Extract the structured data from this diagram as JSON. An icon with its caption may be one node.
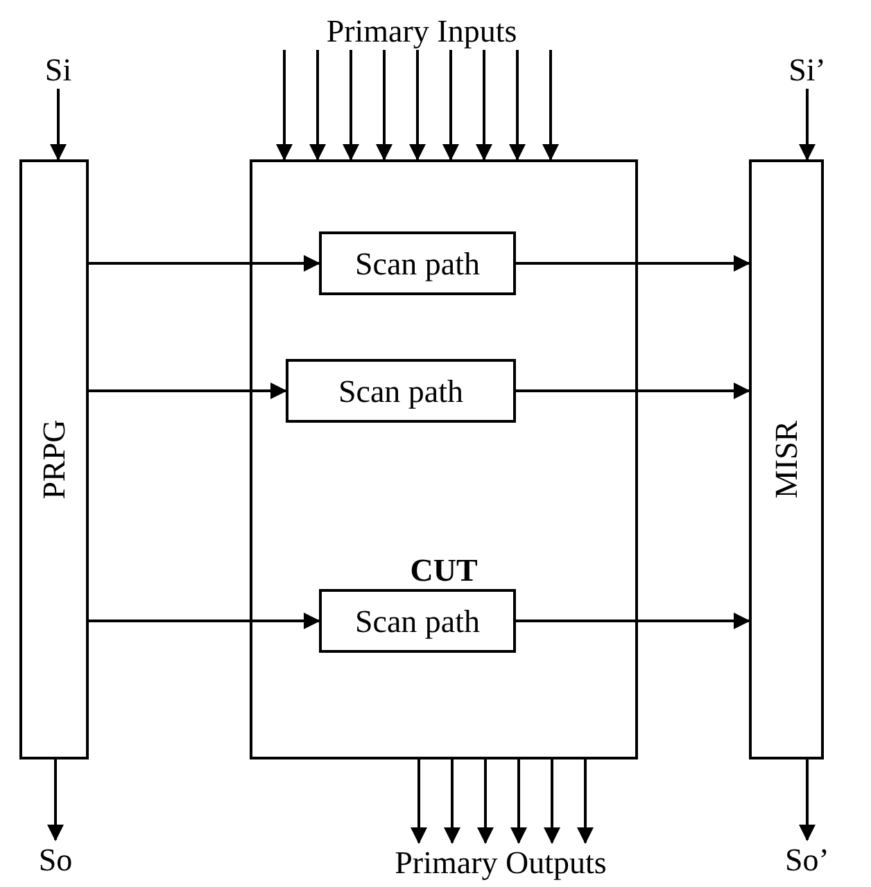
{
  "diagram": {
    "nodes": [
      {
        "text": [
          "Si"
        ]
      },
      {
        "text": [
          "Primary Inputs"
        ]
      },
      {
        "text": [
          "Si’"
        ]
      },
      {
        "text": [
          "PRPG"
        ]
      },
      {
        "text": [
          "CUT"
        ]
      },
      {
        "text": [
          "Scan path"
        ],
        "in": 4
      },
      {
        "text": [
          "Scan path"
        ],
        "in": 4
      },
      {
        "text": [
          "Scan path"
        ],
        "in": 4
      },
      {
        "text": [
          "MISR"
        ]
      },
      {
        "text": [
          "So"
        ]
      },
      {
        "text": [
          "Primary Outputs"
        ]
      },
      {
        "text": [
          "So’"
        ]
      }
    ],
    "edges": [
      {
        "from": 0,
        "to": 3,
        "arrow": "to"
      },
      {
        "from": 3,
        "to": 9,
        "arrow": "to"
      },
      {
        "from": 2,
        "to": 8,
        "arrow": "to"
      },
      {
        "from": 8,
        "to": 11,
        "arrow": "to"
      },
      {
        "from": 3,
        "to": 5,
        "arrow": "to"
      },
      {
        "from": 3,
        "to": 6,
        "arrow": "to"
      },
      {
        "from": 3,
        "to": 7,
        "arrow": "to"
      },
      {
        "from": 5,
        "to": 8,
        "arrow": "to"
      },
      {
        "from": 6,
        "to": 8,
        "arrow": "to"
      },
      {
        "from": 7,
        "to": 8,
        "arrow": "to"
      },
      {
        "from": 1,
        "to": 4,
        "arrow": "to"
      },
      {
        "from": 1,
        "to": 4,
        "arrow": "to"
      },
      {
        "from": 1,
        "to": 4,
        "arrow": "to"
      },
      {
        "from": 1,
        "to": 4,
        "arrow": "to"
      },
      {
        "from": 1,
        "to": 4,
        "arrow": "to"
      },
      {
        "from": 1,
        "to": 4,
        "arrow": "to"
      },
      {
        "from": 1,
        "to": 4,
        "arrow": "to"
      },
      {
        "from": 1,
        "to": 4,
        "arrow": "to"
      },
      {
        "from": 1,
        "to": 4,
        "arrow": "to"
      },
      {
        "from": 4,
        "to": 10,
        "arrow": "to"
      },
      {
        "from": 4,
        "to": 10,
        "arrow": "to"
      },
      {
        "from": 4,
        "to": 10,
        "arrow": "to"
      },
      {
        "from": 4,
        "to": 10,
        "arrow": "to"
      },
      {
        "from": 4,
        "to": 10,
        "arrow": "to"
      },
      {
        "from": 4,
        "to": 10,
        "arrow": "to"
      }
    ]
  }
}
